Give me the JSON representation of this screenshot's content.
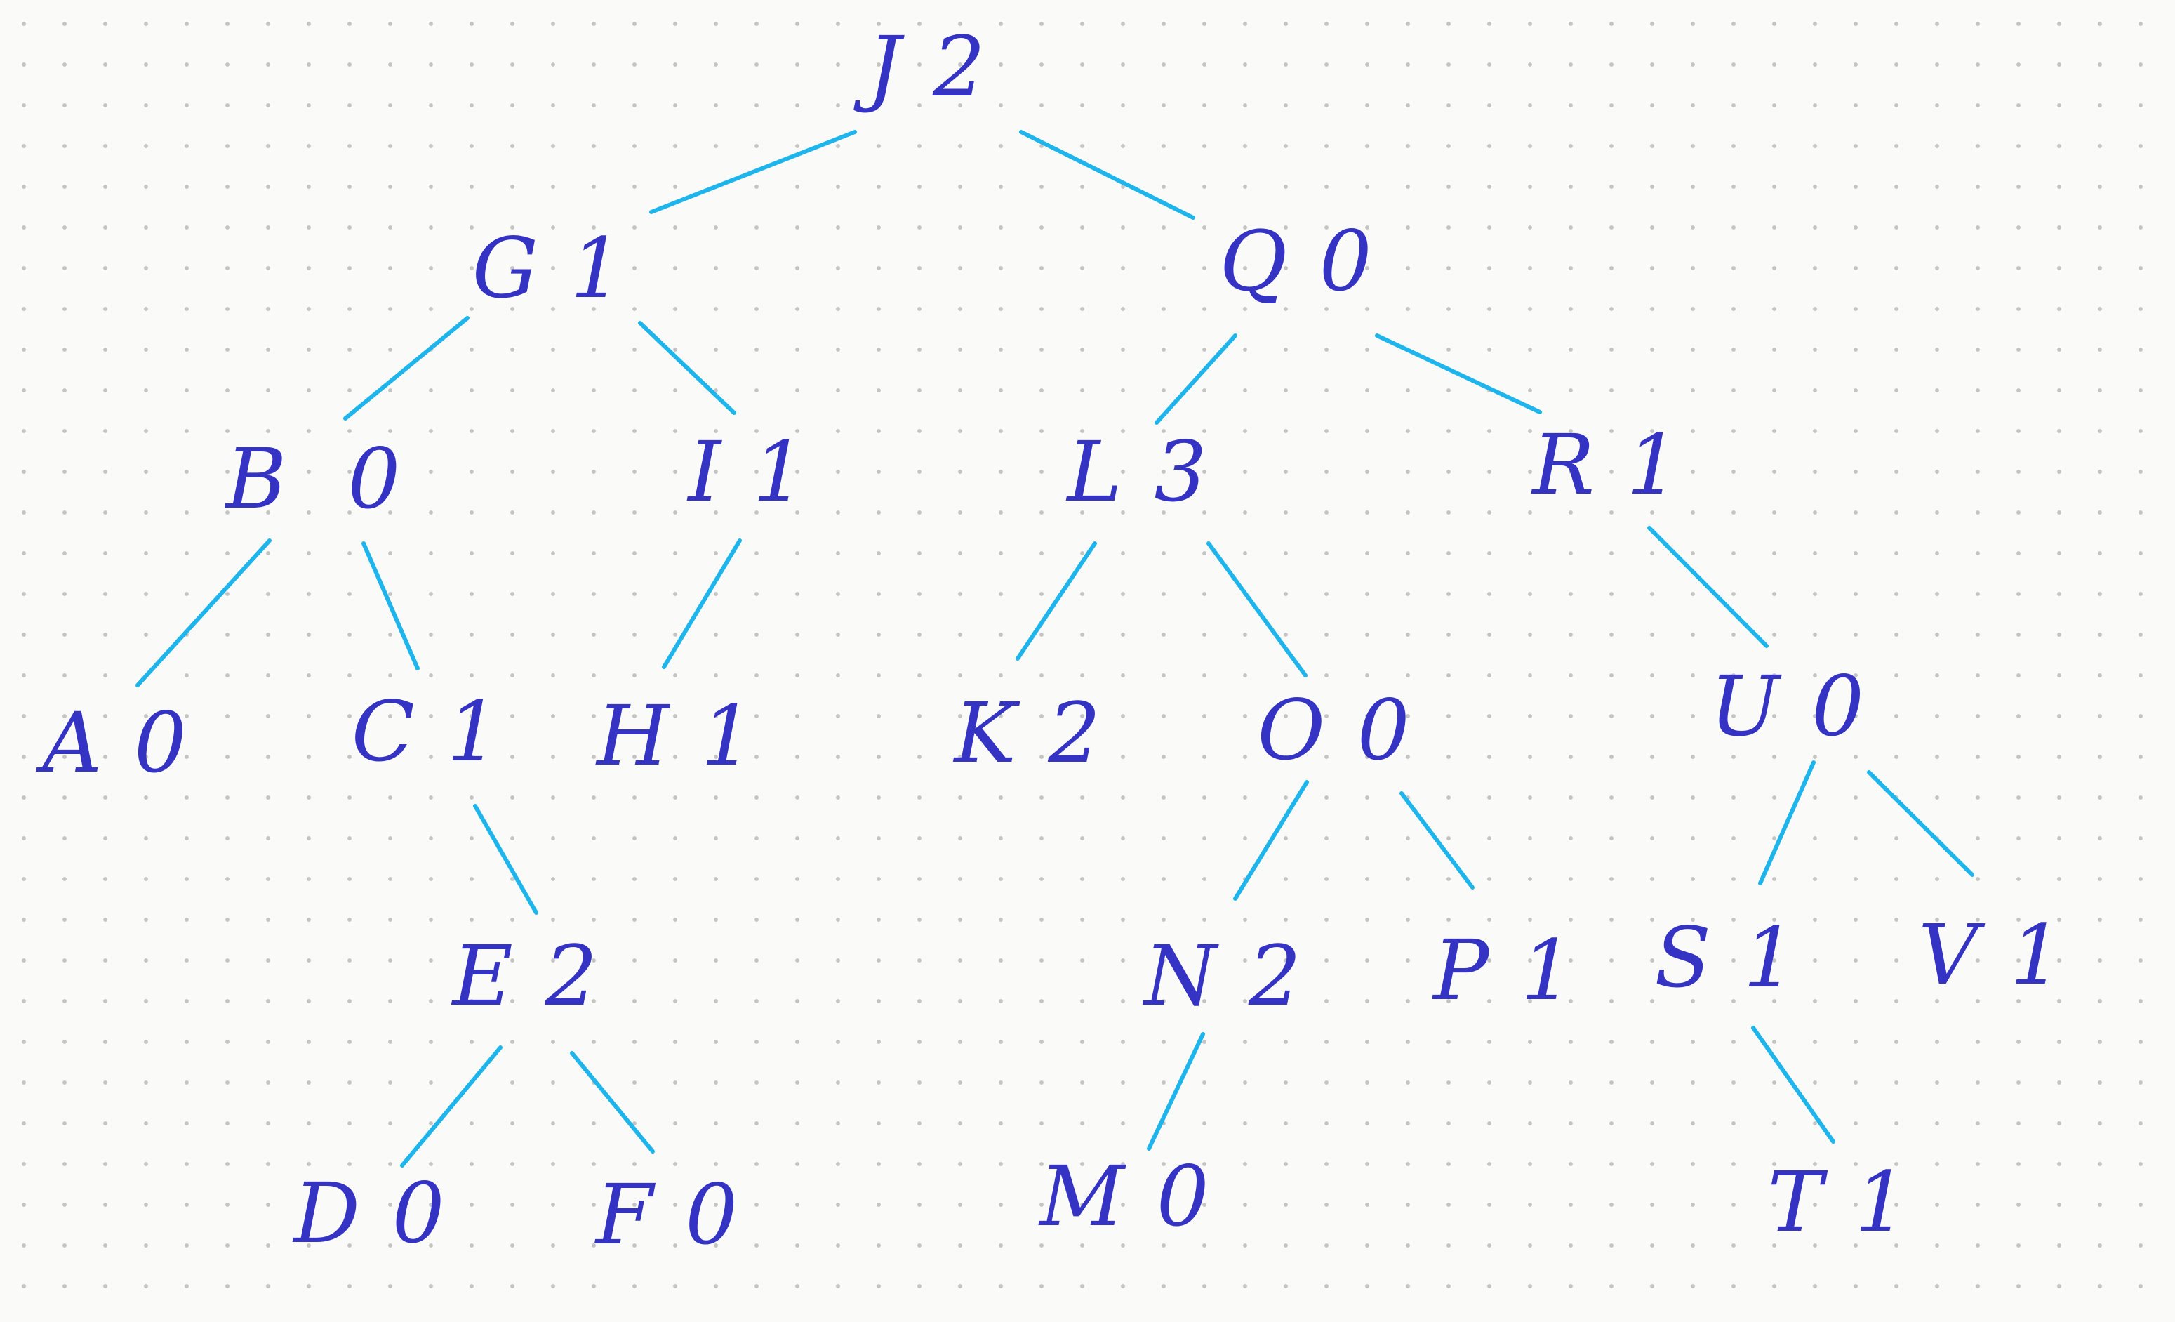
{
  "tree": {
    "nodes": {
      "J": "J 2",
      "G": "G 1",
      "Q": "Q 0",
      "B": "B  0",
      "I": "I 1",
      "L": "L 3",
      "R": "R 1",
      "A": "A 0",
      "C": "C 1",
      "H": "H 1",
      "K": "K 2",
      "O": "O 0",
      "U": "U 0",
      "E": "E 2",
      "N": "N 2",
      "P": "P 1",
      "S": "S 1",
      "V": "V 1",
      "D": "D 0",
      "F": "F 0",
      "M": "M 0",
      "T": "T 1"
    },
    "edges": [
      [
        "J",
        "G"
      ],
      [
        "J",
        "Q"
      ],
      [
        "G",
        "B"
      ],
      [
        "G",
        "I"
      ],
      [
        "Q",
        "L"
      ],
      [
        "Q",
        "R"
      ],
      [
        "B",
        "A"
      ],
      [
        "B",
        "C"
      ],
      [
        "I",
        "H"
      ],
      [
        "L",
        "K"
      ],
      [
        "L",
        "O"
      ],
      [
        "R",
        "U"
      ],
      [
        "C",
        "E"
      ],
      [
        "O",
        "N"
      ],
      [
        "O",
        "P"
      ],
      [
        "U",
        "S"
      ],
      [
        "U",
        "V"
      ],
      [
        "E",
        "D"
      ],
      [
        "E",
        "F"
      ],
      [
        "N",
        "M"
      ],
      [
        "S",
        "T"
      ]
    ]
  },
  "colors": {
    "edge": "#1eb4ec",
    "label": "#3433c4",
    "background": "#fafaf8",
    "grid_dot": "#c4c4c4"
  }
}
